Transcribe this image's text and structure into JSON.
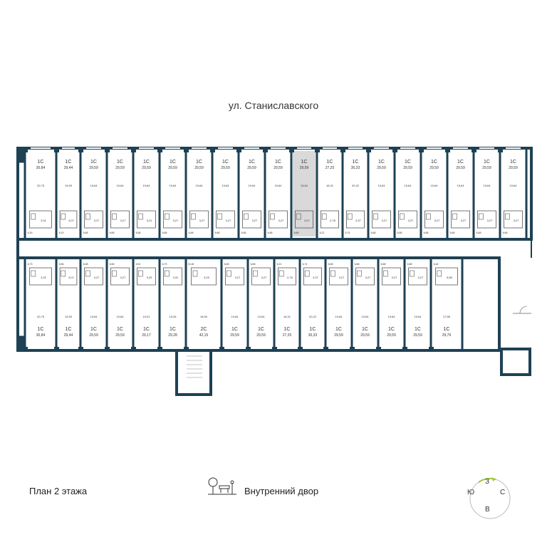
{
  "street": "ул. Станиславского",
  "footer": {
    "plan_title": "План 2 этажа",
    "yard_label": "Внутренний двор"
  },
  "icons": {
    "yard": "tree-bench-icon",
    "compass": "compass-icon"
  },
  "compass": {
    "north": "С",
    "south": "Ю",
    "east": "В",
    "west": "З"
  },
  "colors": {
    "wall": "#1e4154",
    "highlight": "#d9d9d9",
    "text": "#333333"
  },
  "top_units": [
    {
      "type": "1С",
      "area": "30,84",
      "room": "20,75",
      "bath": "3,31",
      "hall": "6,15"
    },
    {
      "type": "1С",
      "area": "29,44",
      "room": "19,93",
      "bath": "3,07",
      "hall": "6,19"
    },
    {
      "type": "1С",
      "area": "29,59",
      "room": "19,64",
      "bath": "3,27",
      "hall": "6,68"
    },
    {
      "type": "1С",
      "area": "29,59",
      "room": "19,64",
      "bath": "3,27",
      "hall": "6,68"
    },
    {
      "type": "1С",
      "area": "29,59",
      "room": "19,64",
      "bath": "3,21",
      "hall": "6,68"
    },
    {
      "type": "1С",
      "area": "29,59",
      "room": "19,64",
      "bath": "3,27",
      "hall": "6,68"
    },
    {
      "type": "1С",
      "area": "29,59",
      "room": "19,64",
      "bath": "3,27",
      "hall": "6,68"
    },
    {
      "type": "1С",
      "area": "29,59",
      "room": "19,64",
      "bath": "3,27",
      "hall": "6,68"
    },
    {
      "type": "1С",
      "area": "29,59",
      "room": "19,64",
      "bath": "3,27",
      "hall": "6,68"
    },
    {
      "type": "1С",
      "area": "29,59",
      "room": "19,64",
      "bath": "3,27",
      "hall": "6,68"
    },
    {
      "type": "1С",
      "area": "29,59",
      "room": "19,64",
      "bath": "3,27",
      "hall": "6,68",
      "highlighted": true
    },
    {
      "type": "1С",
      "area": "27,25",
      "room": "16,31",
      "bath": "2,78",
      "hall": "6,21"
    },
    {
      "type": "1С",
      "area": "30,33",
      "room": "20,22",
      "bath": "3,37",
      "hall": "6,74"
    },
    {
      "type": "1С",
      "area": "29,59",
      "room": "19,64",
      "bath": "3,27",
      "hall": "6,68"
    },
    {
      "type": "1С",
      "area": "29,59",
      "room": "19,64",
      "bath": "3,27",
      "hall": "6,68"
    },
    {
      "type": "1С",
      "area": "29,59",
      "room": "19,64",
      "bath": "3,27",
      "hall": "6,68"
    },
    {
      "type": "1С",
      "area": "29,59",
      "room": "19,64",
      "bath": "3,27",
      "hall": "6,68"
    },
    {
      "type": "1С",
      "area": "29,59",
      "room": "19,64",
      "bath": "3,27",
      "hall": "6,68"
    },
    {
      "type": "1С",
      "area": "29,59",
      "room": "19,64",
      "bath": "3,27",
      "hall": "6,68"
    }
  ],
  "bottom_units": [
    {
      "type": "1С",
      "area": "30,84",
      "room": "20,75",
      "bath": "3,31",
      "hall": "6,79"
    },
    {
      "type": "1С",
      "area": "29,44",
      "room": "19,93",
      "bath": "3,07",
      "hall": "6,56"
    },
    {
      "type": "1С",
      "area": "29,59",
      "room": "19,64",
      "bath": "3,27",
      "hall": "6,68"
    },
    {
      "type": "1С",
      "area": "29,59",
      "room": "19,64",
      "bath": "3,27",
      "hall": "6,68"
    },
    {
      "type": "1С",
      "area": "29,17",
      "room": "19,31",
      "bath": "3,29",
      "hall": "6,51"
    },
    {
      "type": "1С",
      "area": "29,28",
      "room": "19,26",
      "bath": "3,31",
      "hall": "6,79"
    },
    {
      "type": "2С",
      "area": "42,15",
      "room": "18,90",
      "bath": "3,29",
      "hall": "13,26"
    },
    {
      "type": "1С",
      "area": "29,59",
      "room": "19,64",
      "bath": "3,27",
      "hall": "6,68"
    },
    {
      "type": "1С",
      "area": "29,59",
      "room": "19,64",
      "bath": "3,27",
      "hall": "6,68"
    },
    {
      "type": "1С",
      "area": "27,25",
      "room": "16,31",
      "bath": "2,78",
      "hall": "6,21"
    },
    {
      "type": "1С",
      "area": "30,33",
      "room": "20,22",
      "bath": "3,37",
      "hall": "6,74"
    },
    {
      "type": "1С",
      "area": "29,59",
      "room": "19,64",
      "bath": "3,27",
      "hall": "6,68"
    },
    {
      "type": "1С",
      "area": "29,59",
      "room": "19,64",
      "bath": "3,27",
      "hall": "6,68"
    },
    {
      "type": "1С",
      "area": "29,59",
      "room": "19,64",
      "bath": "3,27",
      "hall": "6,68"
    },
    {
      "type": "1С",
      "area": "29,59",
      "room": "19,64",
      "bath": "3,27",
      "hall": "6,68"
    },
    {
      "type": "1С",
      "area": "29,76",
      "room": "17,85",
      "bath": "5,85",
      "hall": "6,46"
    }
  ]
}
